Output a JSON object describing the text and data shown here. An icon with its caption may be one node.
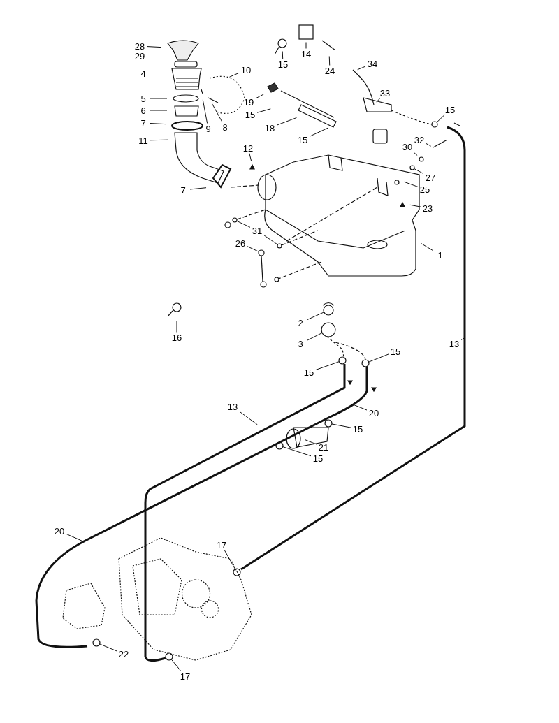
{
  "diagram": {
    "nodes": [
      {
        "text": [
          "28"
        ]
      },
      {
        "text": [
          "15"
        ]
      },
      {
        "text": [
          "14"
        ]
      },
      {
        "text": [
          "24"
        ]
      },
      {
        "text": [
          "34"
        ]
      },
      {
        "text": [
          "10"
        ]
      },
      {
        "text": [
          "19"
        ]
      },
      {
        "text": [
          "33"
        ]
      },
      {
        "text": [
          "5"
        ]
      },
      {
        "text": [
          "15"
        ]
      },
      {
        "text": [
          "6"
        ]
      },
      {
        "text": [
          "15"
        ]
      },
      {
        "text": [
          "7"
        ]
      },
      {
        "text": [
          "9"
        ]
      },
      {
        "text": [
          "8"
        ]
      },
      {
        "text": [
          "18"
        ]
      },
      {
        "text": [
          "11"
        ]
      },
      {
        "text": [
          "15"
        ]
      },
      {
        "text": [
          "32"
        ]
      },
      {
        "text": [
          "30"
        ]
      },
      {
        "text": [
          "12"
        ]
      },
      {
        "text": [
          "27"
        ]
      },
      {
        "text": [
          "7"
        ]
      },
      {
        "text": [
          "25"
        ]
      },
      {
        "text": [
          "23"
        ]
      },
      {
        "text": [
          "31"
        ]
      },
      {
        "text": [
          "26"
        ]
      },
      {
        "text": [
          "1"
        ]
      },
      {
        "text": [
          "2"
        ]
      },
      {
        "text": [
          "16"
        ]
      },
      {
        "text": [
          "3"
        ]
      },
      {
        "text": [
          "13"
        ]
      },
      {
        "text": [
          "15"
        ]
      },
      {
        "text": [
          "15"
        ]
      },
      {
        "text": [
          "13"
        ]
      },
      {
        "text": [
          "20"
        ]
      },
      {
        "text": [
          "15"
        ]
      },
      {
        "text": [
          "21"
        ]
      },
      {
        "text": [
          "15"
        ]
      },
      {
        "text": [
          "20"
        ]
      },
      {
        "text": [
          "17"
        ]
      },
      {
        "text": [
          "22"
        ]
      },
      {
        "text": [
          "17"
        ]
      },
      {
        "text": [],
        "shape": "circle"
      },
      {
        "text": [],
        "shape": "circle"
      },
      {
        "text": [],
        "shape": "circle"
      },
      {
        "text": [],
        "shape": "circle"
      },
      {
        "text": [],
        "shape": "circle"
      },
      {
        "text": [],
        "shape": "circle"
      },
      {
        "text": [],
        "shape": "circle"
      },
      {
        "text": [],
        "shape": "circle"
      },
      {
        "text": [],
        "shape": "circle"
      },
      {
        "text": [],
        "shape": "circle"
      },
      {
        "text": [],
        "shape": "circle"
      },
      {
        "text": [],
        "shape": "circle"
      },
      {
        "text": [],
        "shape": "circle"
      },
      {
        "text": [],
        "shape": "circle"
      }
    ],
    "edges": [
      {
        "from": 0,
        "to": null,
        "arrow": "none"
      },
      {
        "from": 1,
        "to": null,
        "arrow": "none"
      },
      {
        "from": 2,
        "to": null,
        "arrow": "none"
      },
      {
        "from": 3,
        "to": null,
        "arrow": "none"
      },
      {
        "from": 4,
        "to": null,
        "arrow": "none"
      },
      {
        "from": 5,
        "to": null,
        "arrow": "none"
      },
      {
        "from": 6,
        "to": null,
        "arrow": "none"
      },
      {
        "from": 7,
        "to": null,
        "arrow": "none"
      },
      {
        "from": 8,
        "to": null,
        "arrow": "none"
      },
      {
        "from": 9,
        "to": null,
        "arrow": "none"
      },
      {
        "from": 10,
        "to": null,
        "arrow": "none"
      },
      {
        "from": 11,
        "to": 43,
        "arrow": "none"
      },
      {
        "from": 12,
        "to": null,
        "arrow": "none"
      },
      {
        "from": 13,
        "to": null,
        "arrow": "none"
      },
      {
        "from": 14,
        "to": null,
        "arrow": "none"
      },
      {
        "from": 15,
        "to": null,
        "arrow": "none"
      },
      {
        "from": 16,
        "to": null,
        "arrow": "none"
      },
      {
        "from": 17,
        "to": null,
        "arrow": "none"
      },
      {
        "from": 18,
        "to": null,
        "arrow": "none"
      },
      {
        "from": 19,
        "to": null,
        "arrow": "none"
      },
      {
        "from": 20,
        "to": null,
        "arrow": "none"
      },
      {
        "from": 21,
        "to": 44,
        "arrow": "none"
      },
      {
        "from": 22,
        "to": null,
        "arrow": "none"
      },
      {
        "from": 23,
        "to": null,
        "arrow": "none"
      },
      {
        "from": 24,
        "to": null,
        "arrow": "none"
      },
      {
        "from": 25,
        "to": 45,
        "arrow": "none"
      },
      {
        "from": 26,
        "to": 47,
        "arrow": "none"
      },
      {
        "from": 27,
        "to": null,
        "arrow": "none"
      },
      {
        "from": 28,
        "to": 48,
        "arrow": "none"
      },
      {
        "from": 29,
        "to": null,
        "arrow": "none"
      },
      {
        "from": 30,
        "to": 49,
        "arrow": "none"
      },
      {
        "from": 31,
        "to": null,
        "arrow": "none"
      },
      {
        "from": 32,
        "to": 50,
        "arrow": "none"
      },
      {
        "from": 33,
        "to": 51,
        "arrow": "none"
      },
      {
        "from": 34,
        "to": null,
        "arrow": "none"
      },
      {
        "from": 35,
        "to": null,
        "arrow": "none"
      },
      {
        "from": 36,
        "to": 52,
        "arrow": "none"
      },
      {
        "from": 37,
        "to": null,
        "arrow": "none"
      },
      {
        "from": 38,
        "to": 53,
        "arrow": "none"
      },
      {
        "from": 39,
        "to": null,
        "arrow": "none"
      },
      {
        "from": 40,
        "to": 54,
        "arrow": "none"
      },
      {
        "from": 41,
        "to": 55,
        "arrow": "none"
      },
      {
        "from": 42,
        "to": 56,
        "arrow": "none"
      },
      {
        "from": 25,
        "to": 46,
        "arrow": "none"
      }
    ],
    "labels": [
      "29",
      "4"
    ]
  }
}
